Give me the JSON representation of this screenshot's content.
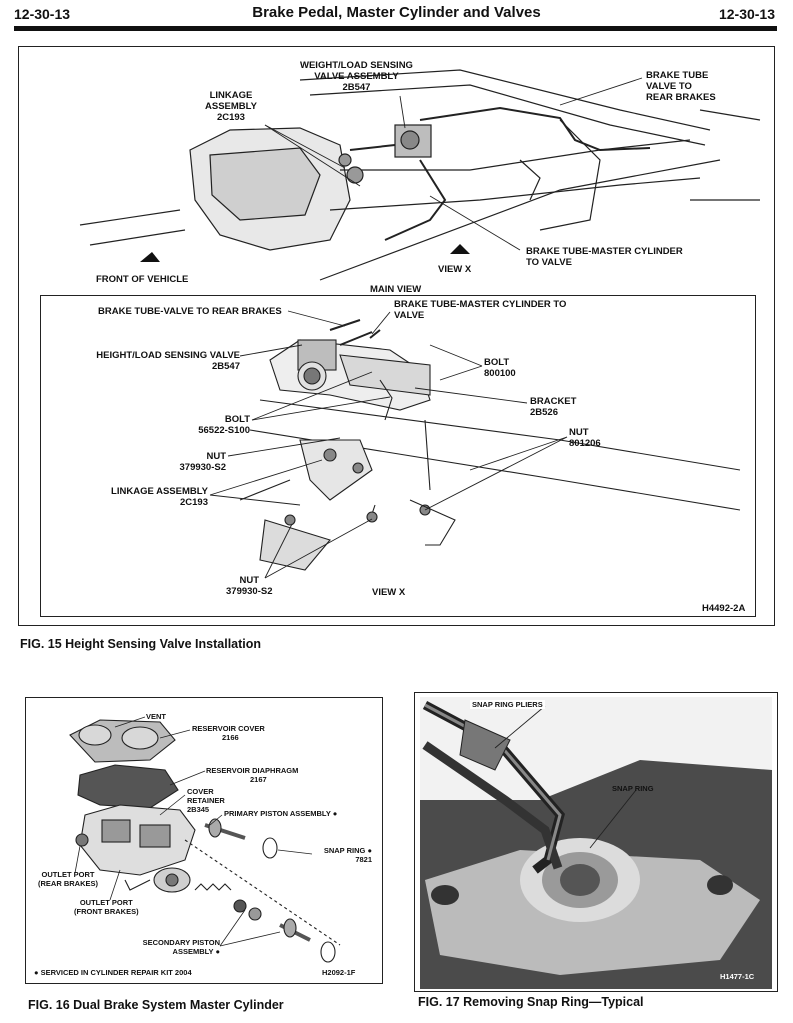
{
  "header": {
    "page_left": "12-30-13",
    "title": "Brake Pedal, Master Cylinder and Valves",
    "page_right": "12-30-13"
  },
  "fig15": {
    "main_view": {
      "weight_sensing_valve": [
        "WEIGHT/LOAD SENSING",
        "VALVE ASSEMBLY",
        "2B547"
      ],
      "linkage": [
        "LINKAGE",
        "ASSEMBLY",
        "2C193"
      ],
      "brake_tube_rear": [
        "BRAKE TUBE",
        "VALVE TO",
        "REAR BRAKES"
      ],
      "front_of_vehicle": "FRONT OF VEHICLE",
      "view_x": "VIEW X",
      "brake_tube_master": [
        "BRAKE TUBE-MASTER CYLINDER",
        "TO VALVE"
      ],
      "title": "MAIN VIEW"
    },
    "view_x": {
      "brake_tube_rear": "BRAKE TUBE-VALVE TO REAR BRAKES",
      "brake_tube_master": [
        "BRAKE TUBE-MASTER CYLINDER TO",
        "VALVE"
      ],
      "height_sensing_valve": [
        "HEIGHT/LOAD SENSING VALVE",
        "2B547"
      ],
      "bolt_800100": [
        "BOLT",
        "800100"
      ],
      "bracket": [
        "BRACKET",
        "2B526"
      ],
      "bolt_56522": [
        "BOLT",
        "56522-S100"
      ],
      "nut_801206": [
        "NUT",
        "801206"
      ],
      "nut_379930_top": [
        "NUT",
        "379930-S2"
      ],
      "linkage": [
        "LINKAGE ASSEMBLY",
        "2C193"
      ],
      "nut_379930_bottom": [
        "NUT",
        "379930-S2"
      ],
      "title": "VIEW X",
      "code": "H4492-2A"
    },
    "caption": "FIG. 15  Height Sensing Valve Installation"
  },
  "fig16": {
    "labels": {
      "vent": "VENT",
      "reservoir_cover": [
        "RESERVOIR COVER",
        "2166"
      ],
      "reservoir_diaphragm": [
        "RESERVOIR DIAPHRAGM",
        "2167"
      ],
      "cover_retainer": [
        "COVER",
        "RETAINER",
        "2B345"
      ],
      "primary_piston": "PRIMARY PISTON ASSEMBLY ●",
      "snap_ring": [
        "SNAP RING ●",
        "7821"
      ],
      "outlet_rear": [
        "OUTLET PORT",
        "(REAR BRAKES)"
      ],
      "outlet_front": [
        "OUTLET PORT",
        "(FRONT BRAKES)"
      ],
      "secondary_piston": [
        "SECONDARY PISTON",
        "ASSEMBLY ●"
      ],
      "serviced": "● SERVICED IN CYLINDER REPAIR KIT 2004",
      "code": "H2092-1F"
    },
    "caption": "FIG. 16  Dual Brake System Master Cylinder"
  },
  "fig17": {
    "labels": {
      "pliers": "SNAP RING PLIERS",
      "snap_ring": "SNAP RING",
      "code": "H1477-1C"
    },
    "caption": "FIG. 17  Removing Snap Ring—Typical"
  }
}
